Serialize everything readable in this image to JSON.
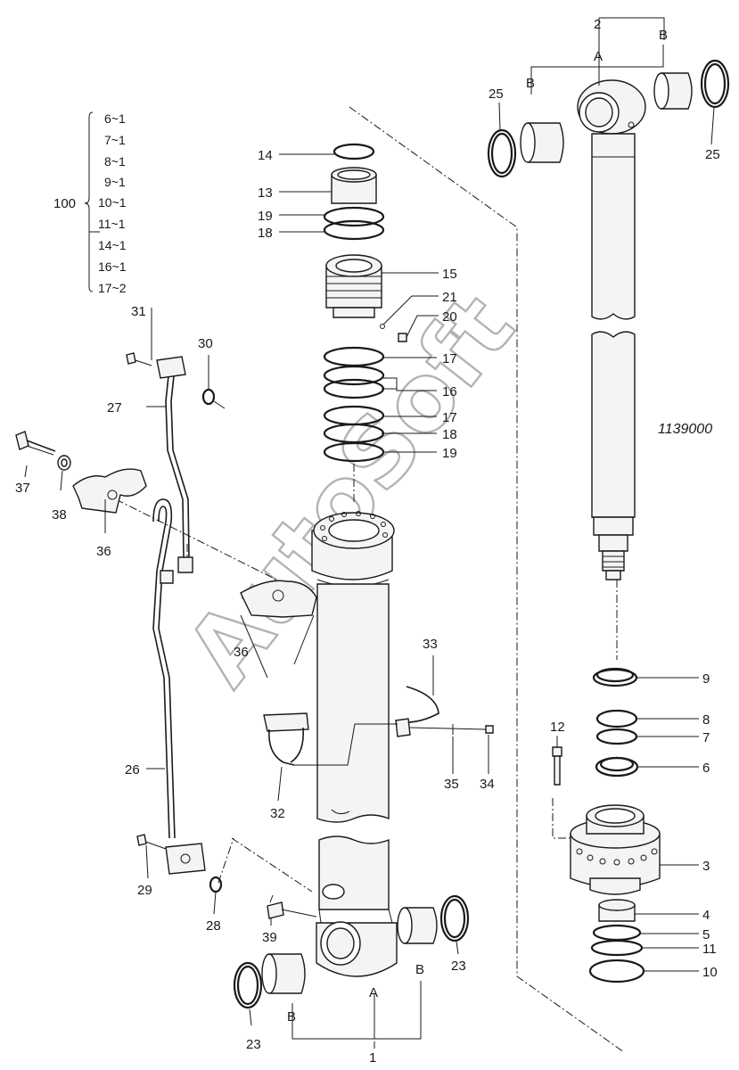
{
  "drawing_number": "1139000",
  "watermark": "AutoSoft",
  "kit": {
    "label": "100",
    "items": [
      "6~1",
      "7~1",
      "8~1",
      "9~1",
      "10~1",
      "11~1",
      "14~1",
      "16~1",
      "17~2"
    ]
  },
  "callouts": {
    "p1": "1",
    "p2": "2",
    "p3": "3",
    "p4": "4",
    "p5": "5",
    "p6": "6",
    "p7": "7",
    "p8": "8",
    "p9": "9",
    "p10": "10",
    "p11": "11",
    "p12": "12",
    "p13": "13",
    "p14": "14",
    "p15": "15",
    "p16": "16",
    "p17a": "17",
    "p17b": "17",
    "p18a": "18",
    "p18b": "18",
    "p19a": "19",
    "p19b": "19",
    "p20": "20",
    "p21": "21",
    "p23a": "23",
    "p23b": "23",
    "p25a": "25",
    "p25b": "25",
    "p26": "26",
    "p27": "27",
    "p28": "28",
    "p29": "29",
    "p30": "30",
    "p31": "31",
    "p32": "32",
    "p33": "33",
    "p34": "34",
    "p35": "35",
    "p36a": "36",
    "p36b": "36",
    "p37": "37",
    "p38": "38",
    "p39": "39"
  },
  "letters": {
    "a_top": "A",
    "b_top_left": "B",
    "b_top_right": "B",
    "a_bottom": "A",
    "b_bottom_left": "B",
    "b_bottom_right": "B"
  }
}
